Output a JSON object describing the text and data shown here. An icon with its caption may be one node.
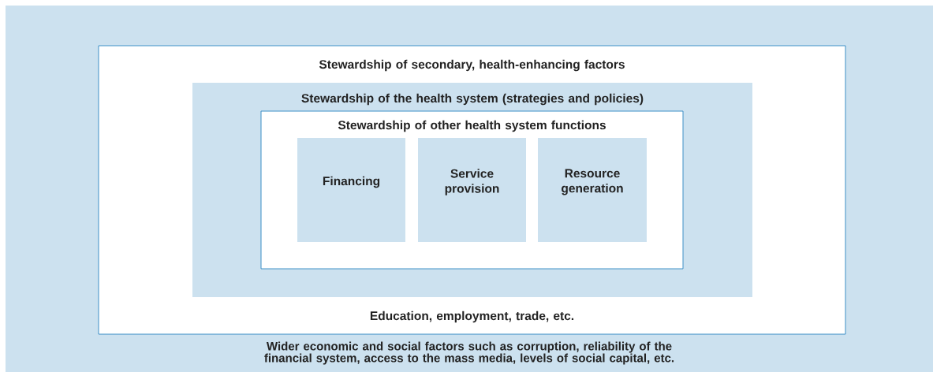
{
  "diagram": {
    "nodes": [
      {
        "text": [
          "Wider economic and social factors such as corruption, reliability of the financial system, access to the mass media, levels of social capital, etc."
        ]
      },
      {
        "text": [
          "Stewardship of secondary, health-enhancing factors",
          "Education, employment, trade, etc."
        ],
        "in": 0
      },
      {
        "text": [
          "Stewardship of the health system (strategies and policies)"
        ],
        "in": 1
      },
      {
        "text": [
          "Stewardship of other health system functions"
        ],
        "in": 2
      },
      {
        "text": [
          "Financing"
        ],
        "in": 3
      },
      {
        "text": [
          "Service provision"
        ],
        "in": 3
      },
      {
        "text": [
          "Resource generation"
        ],
        "in": 3
      }
    ]
  }
}
